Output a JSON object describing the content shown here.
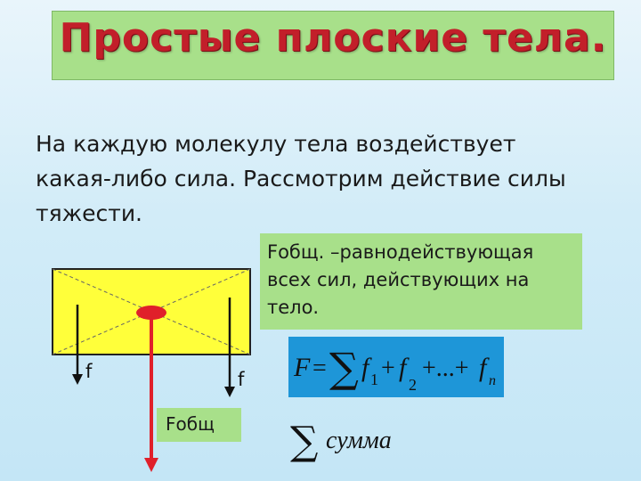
{
  "slide": {
    "title": "Простые плоские тела.",
    "body_text": "На каждую молекулу тела воздействует какая-либо сила. Рассмотрим действие силы тяжести.",
    "definition": "Fобщ. –равнодействующая всех сил, действующих на тело.",
    "force_label_left": "f",
    "force_label_right": "f",
    "resultant_label": "Fобщ",
    "formula": {
      "lhs": "F",
      "equals": "=",
      "sigma": "∑",
      "t1": "f",
      "s1": "1",
      "plus1": "+",
      "t2": "f",
      "s2": "2",
      "dots": "+...+",
      "t3": "f",
      "s3": "n"
    },
    "sum_note": {
      "sigma": "∑",
      "word": "сумма"
    }
  },
  "colors": {
    "title_red": "#c21f2a",
    "green_box": "#a8e08a",
    "formula_bg": "#1e96d8",
    "body_yellow": "#ffff3a",
    "center_red": "#e0202a",
    "arrow_red": "#e0202a"
  }
}
